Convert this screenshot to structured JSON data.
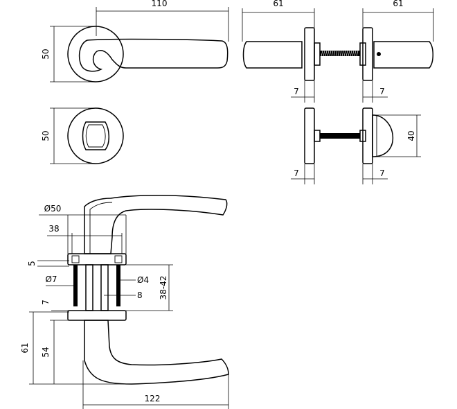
{
  "dimensions": {
    "lever_length_top": "110",
    "rose_diameter_top": "50",
    "escutcheon_diameter": "50",
    "depth_left": "61",
    "depth_right": "61",
    "rose_thickness_left": "7",
    "rose_thickness_right": "7",
    "rose_thickness_bottom_left": "7",
    "rose_thickness_bottom_right": "7",
    "turn_height": "40",
    "rose_dia_label": "Ø50",
    "inner_width": "38",
    "plate_thickness": "5",
    "sleeve_dia": "Ø7",
    "screw_dia": "Ø4",
    "spindle_size": "8",
    "door_thickness": "38-42",
    "bottom_rose": "7",
    "lever_height_total": "61",
    "lever_height_inner": "54",
    "lever_length_bottom": "122"
  }
}
